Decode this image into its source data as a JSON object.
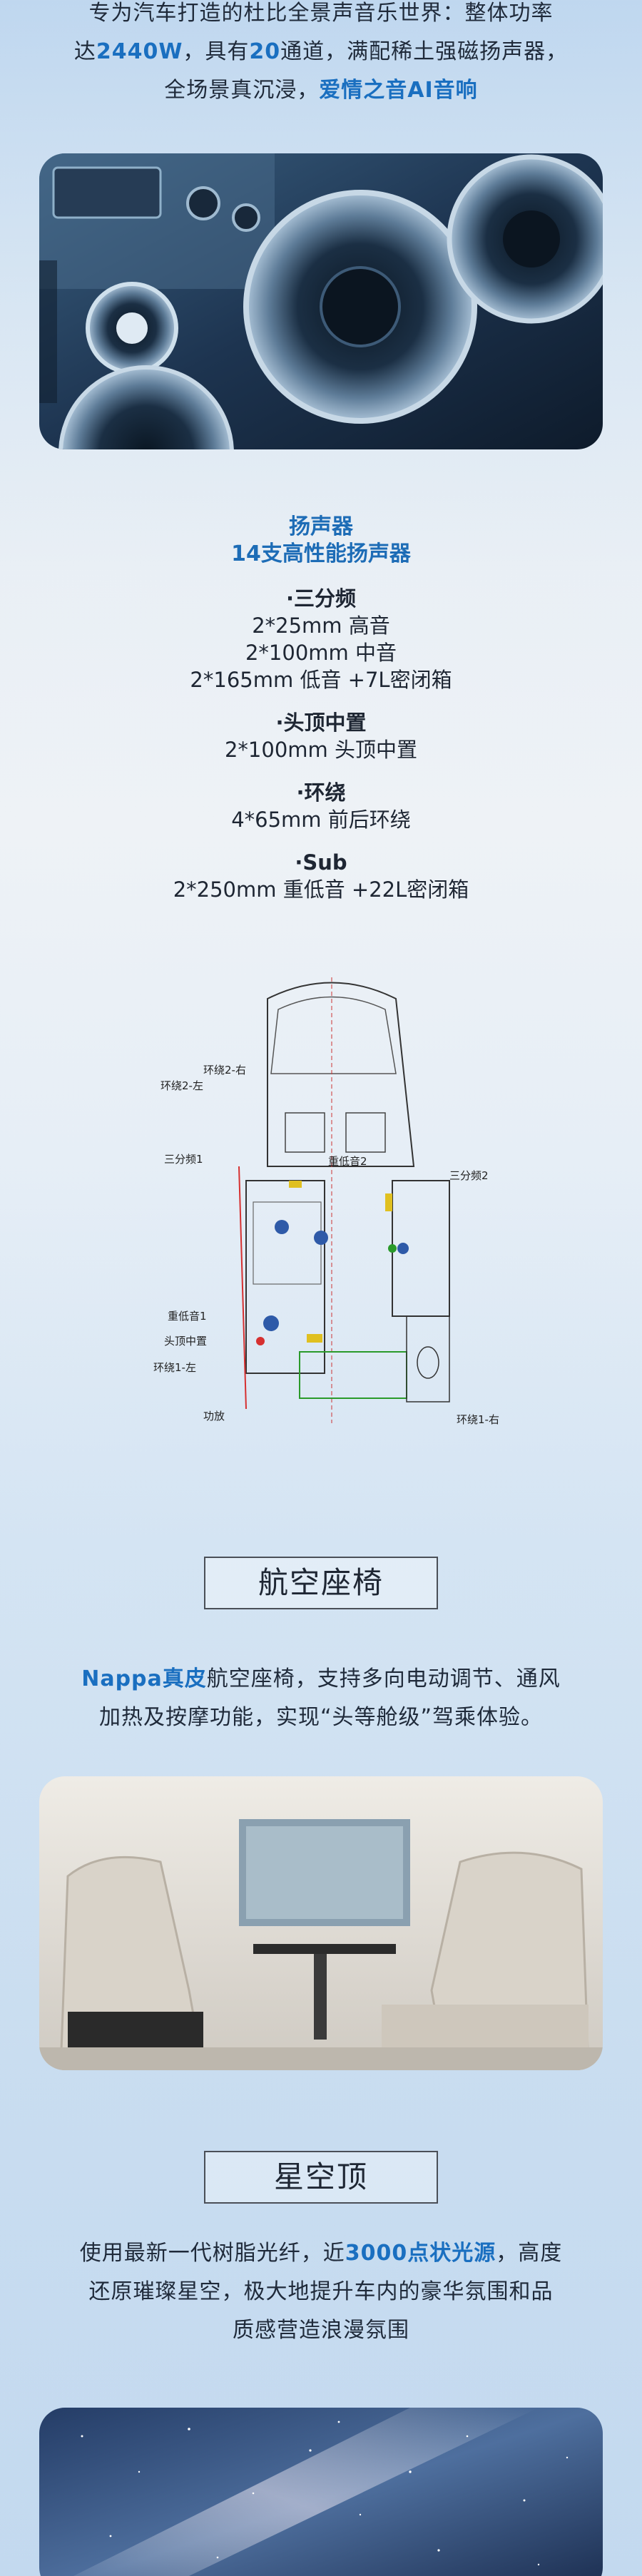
{
  "intro": {
    "line1": "专为汽车打造的杜比全景声音乐世界：整体功率",
    "line2_a": "达",
    "line2_power": "2440W",
    "line2_b": "，具有",
    "line2_channels": "20",
    "line2_c": "通道，满配稀土强磁扬声器，",
    "line3_a": "全场景真沉浸，",
    "line3_brand": "爱情之音AI音响"
  },
  "speakers": {
    "title": "扬声器",
    "subtitle": "14支高性能扬声器",
    "groups": [
      {
        "title": "·三分频",
        "lines": [
          "2*25mm 高音",
          "2*100mm 中音",
          "2*165mm 低音 +7L密闭箱"
        ]
      },
      {
        "title": "·头顶中置",
        "lines": [
          "2*100mm 头顶中置"
        ]
      },
      {
        "title": "·环绕",
        "lines": [
          "4*65mm 前后环绕"
        ]
      },
      {
        "title": "·Sub",
        "lines": [
          "2*250mm 重低音 +22L密闭箱"
        ]
      }
    ]
  },
  "diagram_labels": {
    "surround2_right": "环绕2-右",
    "surround2_left": "环绕2-左",
    "tri1": "三分频1",
    "sub2": "重低音2",
    "tri2": "三分频2",
    "sub1": "重低音1",
    "overhead": "头顶中置",
    "surround1_left": "环绕1-左",
    "amp": "功放",
    "surround1_right": "环绕1-右"
  },
  "seat": {
    "heading": "航空座椅",
    "brand": "Nappa真皮",
    "line1_rest": "航空座椅，支持多向电动调节、通风",
    "line2": "加热及按摩功能，实现“头等舱级”驾乘体验。"
  },
  "sky": {
    "heading": "星空顶",
    "line1_a": "使用最新一代树脂光纤，近",
    "line1_hl": "3000点状光源",
    "line1_b": "，高度",
    "line2": "还原璀璨星空，极大地提升车内的豪华氛围和品",
    "line3": "质感营造浪漫氛围"
  }
}
